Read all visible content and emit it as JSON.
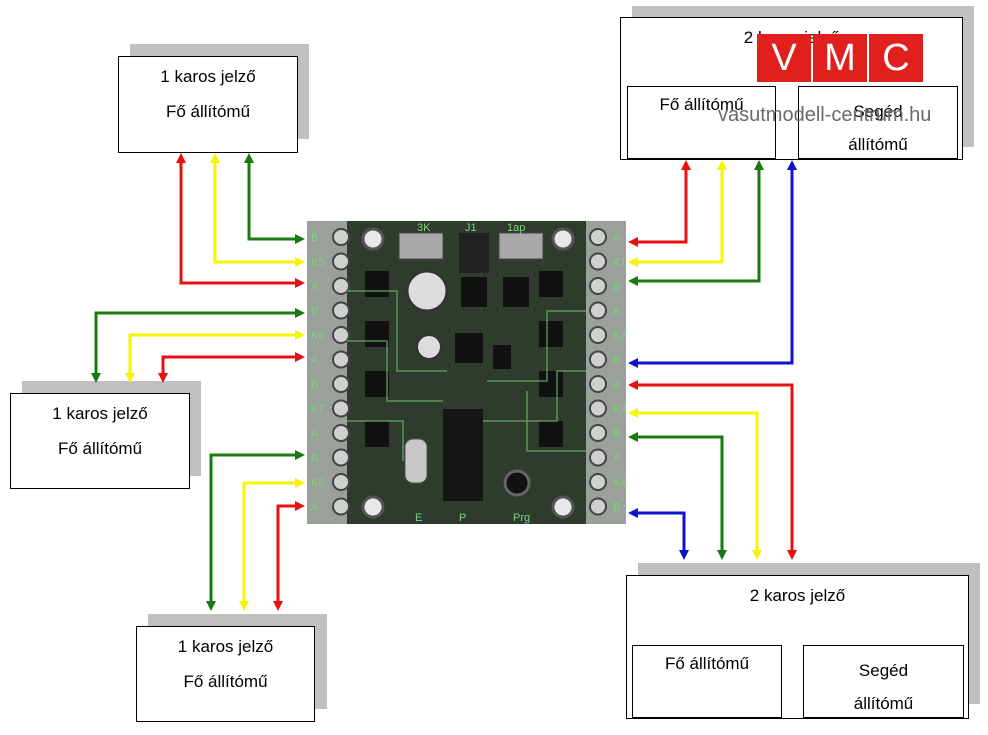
{
  "signals": [
    {
      "title": "1 karos jelző",
      "main": "Fő állítómű"
    },
    {
      "title": "1 karos jelző",
      "main": "Fő állítómű"
    },
    {
      "title": "1 karos jelző",
      "main": "Fő állítómű"
    },
    {
      "title": "2 karos jelző",
      "main": "Fő állítómű",
      "aux": "Segéd állítómű"
    },
    {
      "title": "2 karos jelző",
      "main": "Fő állítómű",
      "aux": "Segéd állítómű"
    }
  ],
  "board": {
    "left_terminals": [
      "B",
      "K5",
      "A",
      "B",
      "K6",
      "A",
      "B",
      "K7",
      "A",
      "B",
      "K8",
      "A"
    ],
    "right_terminals": [
      "A",
      "K1",
      "B",
      "A",
      "K2",
      "B",
      "A",
      "K3",
      "B",
      "A",
      "K4",
      "B"
    ],
    "bottom_labels": [
      "E",
      "P",
      "Prg"
    ],
    "top_labels": [
      "3K",
      "J1",
      "1ap"
    ]
  },
  "logo": {
    "letters": [
      "V",
      "M",
      "C"
    ],
    "url": "vasutmodell-centrum.hu"
  },
  "colors": {
    "red": "#e81010",
    "yellow": "#f5f500",
    "green": "#1a7a10",
    "blue": "#1010d0"
  }
}
